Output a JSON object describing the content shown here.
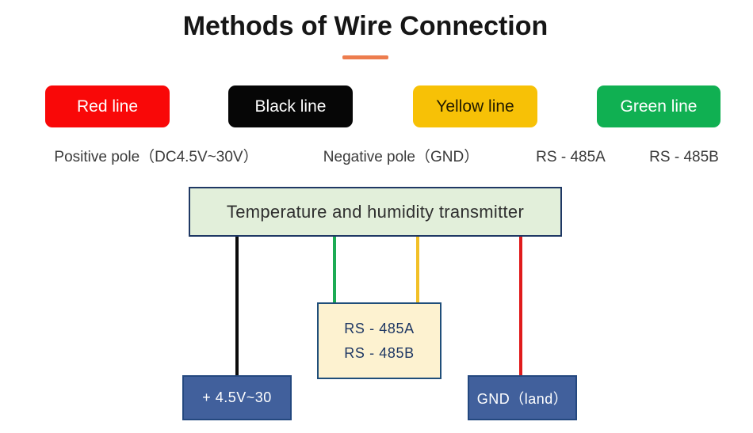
{
  "title": {
    "text": "Methods of Wire Connection",
    "underline_color": "#ed7d4e"
  },
  "legend": [
    {
      "id": "red",
      "label": "Red line",
      "color": "#f90808",
      "text_color": "#ffffff",
      "description": "Positive pole（DC4.5V~30V）"
    },
    {
      "id": "black",
      "label": "Black line",
      "color": "#060606",
      "text_color": "#ffffff",
      "description": "Negative pole（GND）"
    },
    {
      "id": "yellow",
      "label": "Yellow line",
      "color": "#f7c106",
      "text_color": "#211a00",
      "description": "RS - 485A"
    },
    {
      "id": "green",
      "label": "Green line",
      "color": "#10b052",
      "text_color": "#ffffff",
      "description": "RS - 485B"
    }
  ],
  "diagram": {
    "transmitter_label": "Temperature and humidity transmitter",
    "terminals": {
      "power": "+ 4.5V~30",
      "rs485_line1": "RS - 485A",
      "rs485_line2": "RS - 485B",
      "ground": "GND（land）"
    },
    "wires": {
      "black": "#0a0a0a",
      "green": "#1cab54",
      "yellow": "#f2c027",
      "red": "#e01b1c"
    }
  }
}
